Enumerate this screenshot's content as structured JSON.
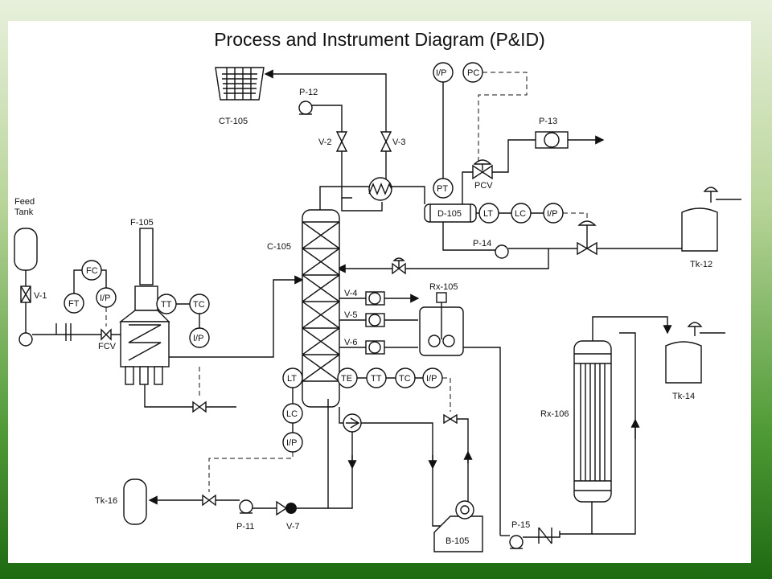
{
  "title": "Process and Instrument Diagram (P&ID)",
  "equipment": {
    "ct105": "CT-105",
    "p12": "P-12",
    "v2": "V-2",
    "v3": "V-3",
    "p13": "P-13",
    "pcv": "PCV",
    "d105": "D-105",
    "feed_tank_line1": "Feed",
    "feed_tank_line2": "Tank",
    "v1": "V-1",
    "f105": "F-105",
    "fcv": "FCV",
    "c105": "C-105",
    "v4": "V-4",
    "v5": "V-5",
    "v6": "V-6",
    "rx105": "Rx-105",
    "p14": "P-14",
    "tk12": "Tk-12",
    "rx106": "Rx-106",
    "tk14": "Tk-14",
    "tk16": "Tk-16",
    "p11": "P-11",
    "v7": "V-7",
    "b105": "B-105",
    "p15": "P-15"
  },
  "instruments": {
    "ip_top": "I/P",
    "pc": "PC",
    "pt": "PT",
    "lt_d105": "LT",
    "lc_d105": "LC",
    "ip_d105": "I/P",
    "fc": "FC",
    "ft": "FT",
    "ip_feed": "I/P",
    "tt_furnace": "TT",
    "tc_furnace": "TC",
    "ip_furnace": "I/P",
    "lt_col": "LT",
    "lc_col": "LC",
    "ip_col": "I/P",
    "te": "TE",
    "tt_col": "TT",
    "tc_col": "TC",
    "ip_col2": "I/P"
  }
}
